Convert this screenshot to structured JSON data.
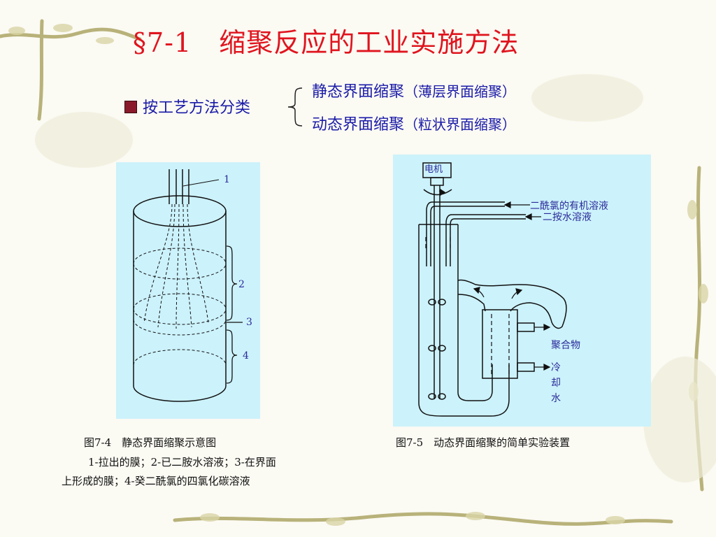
{
  "title": "§7-1　缩聚反应的工业实施方法",
  "classification": {
    "label": "按工艺方法分类",
    "methods": [
      {
        "name": "静态界面缩聚",
        "alias": "（薄层界面缩聚）"
      },
      {
        "name": "动态界面缩聚",
        "alias": "（粒状界面缩聚）"
      }
    ]
  },
  "figure1": {
    "labels": {
      "n1": "1",
      "n2": "2",
      "n3": "3",
      "n4": "4"
    },
    "caption": "图7-4　静态界面缩聚示意图",
    "legend_line1": "1-拉出的膜；2-已二胺水溶液；3-在界面",
    "legend_line2": "上形成的膜；4-癸二酰氯的四氯化碳溶液"
  },
  "figure2": {
    "labels": {
      "motor": "电机",
      "organic_solution": "二酰氯的有机溶液",
      "aqueous_solution": "二按水溶液",
      "polymer": "聚合物",
      "cooling_water_1": "冷",
      "cooling_water_2": "却",
      "cooling_water_3": "水"
    },
    "caption": "图7-5　动态界面缩聚的简单实验装置"
  },
  "colors": {
    "title": "#e0141e",
    "text_blue": "#1a1aa8",
    "figure_bg": "#ccf2fb",
    "bullet": "#8a1a2a"
  }
}
